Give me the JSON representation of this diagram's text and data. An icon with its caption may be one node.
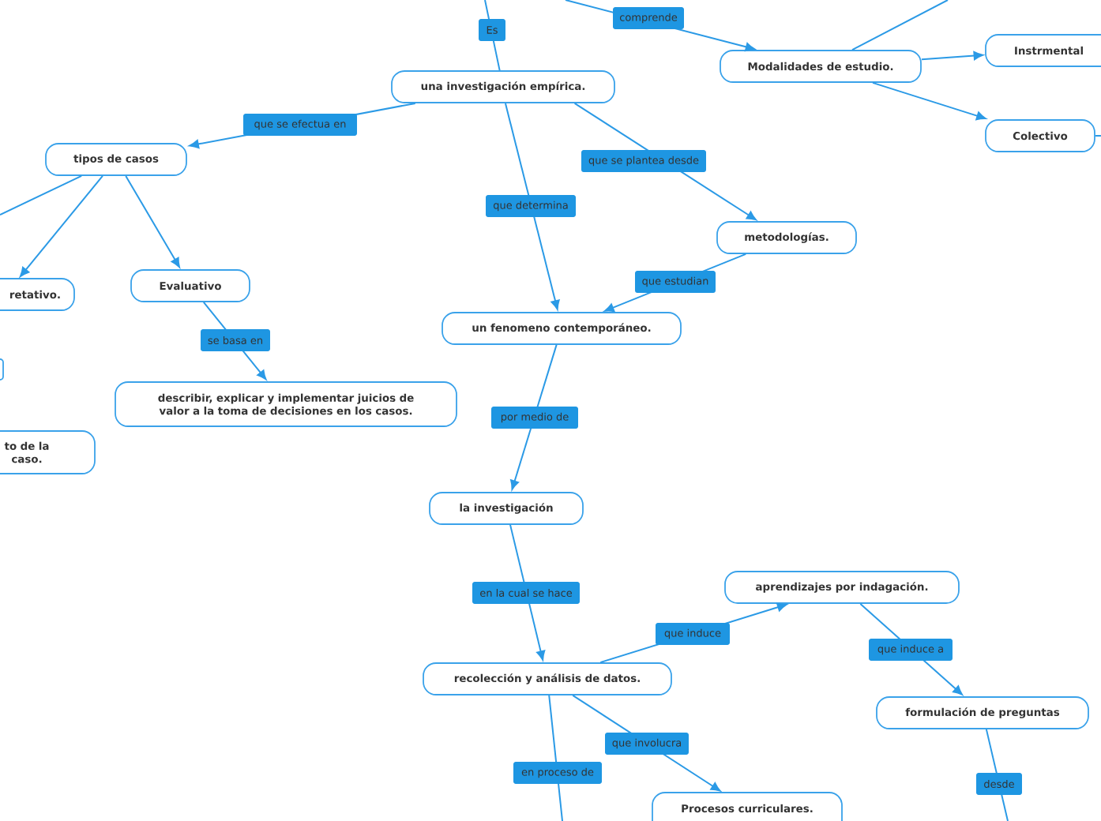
{
  "diagram": {
    "nodes": [
      {
        "text": [
          "una investigación empírica."
        ]
      },
      {
        "text": [
          "Modalidades de estudio."
        ]
      },
      {
        "text": [
          "Instrmental"
        ]
      },
      {
        "text": [
          "Colectivo"
        ]
      },
      {
        "text": [
          "tipos de casos"
        ]
      },
      {
        "text": [
          "metodologías."
        ]
      },
      {
        "text": [
          "retativo."
        ]
      },
      {
        "text": [
          "Evaluativo"
        ]
      },
      {
        "text": [
          "un fenomeno contemporáneo."
        ]
      },
      {
        "text": [],
        "shape": "box"
      },
      {
        "text": [
          "describir, explicar y implementar juicios de valor a la toma de decisiones en los casos."
        ]
      },
      {
        "text": [
          "to de la caso."
        ]
      },
      {
        "text": [
          "la investigación"
        ]
      },
      {
        "text": [
          "aprendizajes por indagación."
        ]
      },
      {
        "text": [
          "recolección y análisis de datos."
        ]
      },
      {
        "text": [
          "formulación de preguntas"
        ]
      },
      {
        "text": [
          "Procesos curriculares."
        ]
      }
    ],
    "edges": [
      {
        "from": null,
        "to": 0,
        "arrow": "none",
        "label": "Es"
      },
      {
        "from": null,
        "to": 1,
        "arrow": "to",
        "label": "comprende"
      },
      {
        "from": 1,
        "to": null,
        "arrow": "none"
      },
      {
        "from": 1,
        "to": 2,
        "arrow": "to"
      },
      {
        "from": 1,
        "to": 3,
        "arrow": "to"
      },
      {
        "from": 3,
        "to": null,
        "arrow": "none"
      },
      {
        "from": 0,
        "to": 4,
        "arrow": "to",
        "label": "que se efectua en"
      },
      {
        "from": 0,
        "to": 8,
        "arrow": "to",
        "label": "que determina"
      },
      {
        "from": 0,
        "to": 5,
        "arrow": "to",
        "label": "que se plantea desde"
      },
      {
        "from": 4,
        "to": null,
        "arrow": "none"
      },
      {
        "from": 4,
        "to": 6,
        "arrow": "to"
      },
      {
        "from": 4,
        "to": 7,
        "arrow": "to"
      },
      {
        "from": 7,
        "to": 10,
        "arrow": "to",
        "label": "se basa en"
      },
      {
        "from": 5,
        "to": 8,
        "arrow": "to",
        "label": "que estudian"
      },
      {
        "from": 8,
        "to": 12,
        "arrow": "to",
        "label": "por medio de"
      },
      {
        "from": 12,
        "to": 14,
        "arrow": "to",
        "label": "en la cual se hace"
      },
      {
        "from": 14,
        "to": 13,
        "arrow": "to",
        "label": "que induce"
      },
      {
        "from": 13,
        "to": 15,
        "arrow": "to",
        "label": "que induce a"
      },
      {
        "from": 14,
        "to": 16,
        "arrow": "to",
        "label": "que involucra"
      },
      {
        "from": 14,
        "to": null,
        "arrow": "none",
        "label": "en proceso de"
      },
      {
        "from": 15,
        "to": null,
        "arrow": "none",
        "label": "desde"
      }
    ]
  }
}
